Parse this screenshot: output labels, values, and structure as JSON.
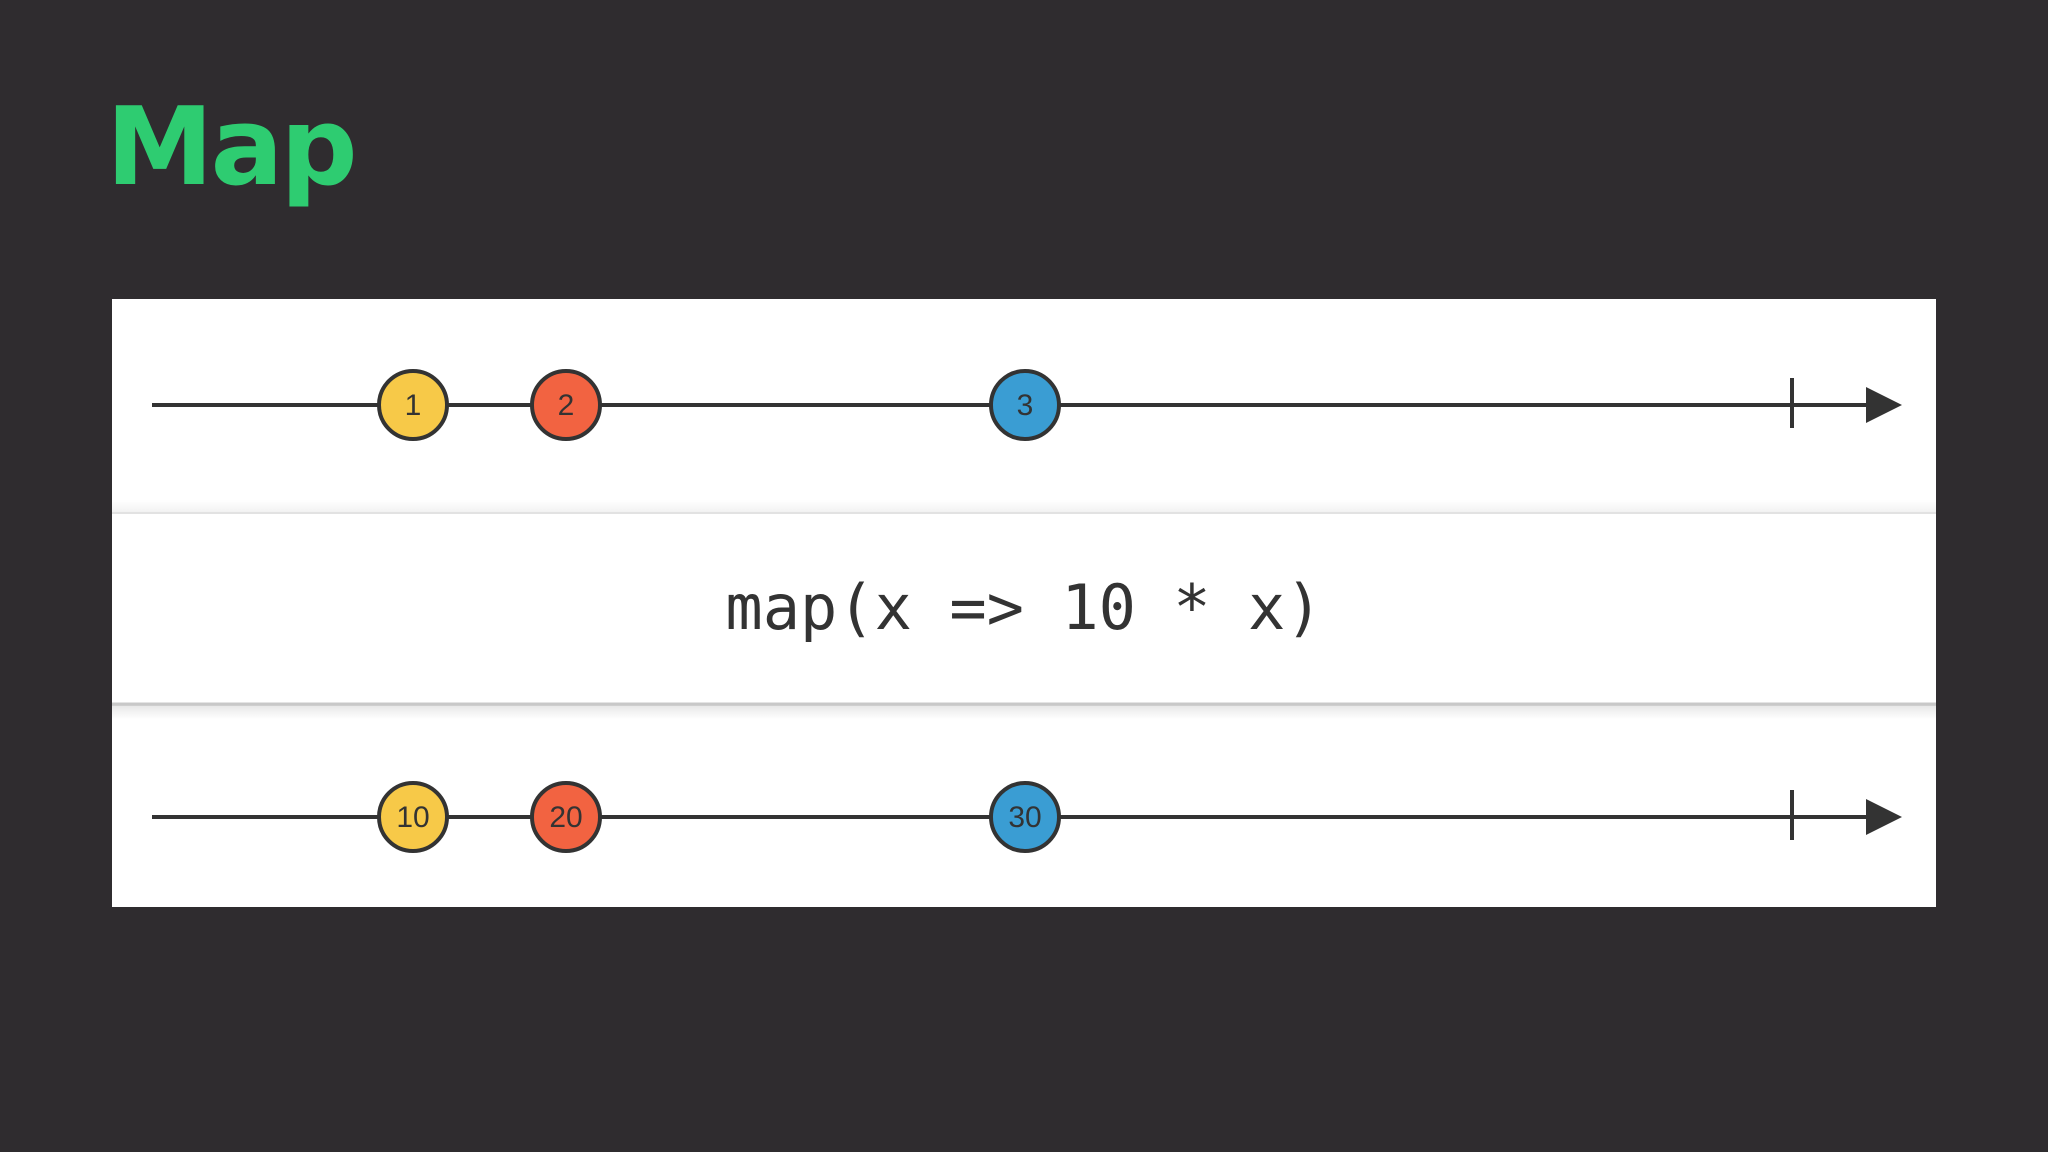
{
  "slide": {
    "title": "Map"
  },
  "colors": {
    "background": "#2f2c2f",
    "title": "#2ecc71",
    "panel": "#ffffff",
    "line": "#333333",
    "yellow": "#f7c948",
    "red": "#f26341",
    "blue": "#3a9dd3"
  },
  "diagram": {
    "operator": "map(x => 10 * x)",
    "input": {
      "marbles": [
        {
          "label": "1",
          "color": "yellow"
        },
        {
          "label": "2",
          "color": "red"
        },
        {
          "label": "3",
          "color": "blue"
        }
      ],
      "completes": true
    },
    "output": {
      "marbles": [
        {
          "label": "10",
          "color": "yellow"
        },
        {
          "label": "20",
          "color": "red"
        },
        {
          "label": "30",
          "color": "blue"
        }
      ],
      "completes": true
    }
  }
}
